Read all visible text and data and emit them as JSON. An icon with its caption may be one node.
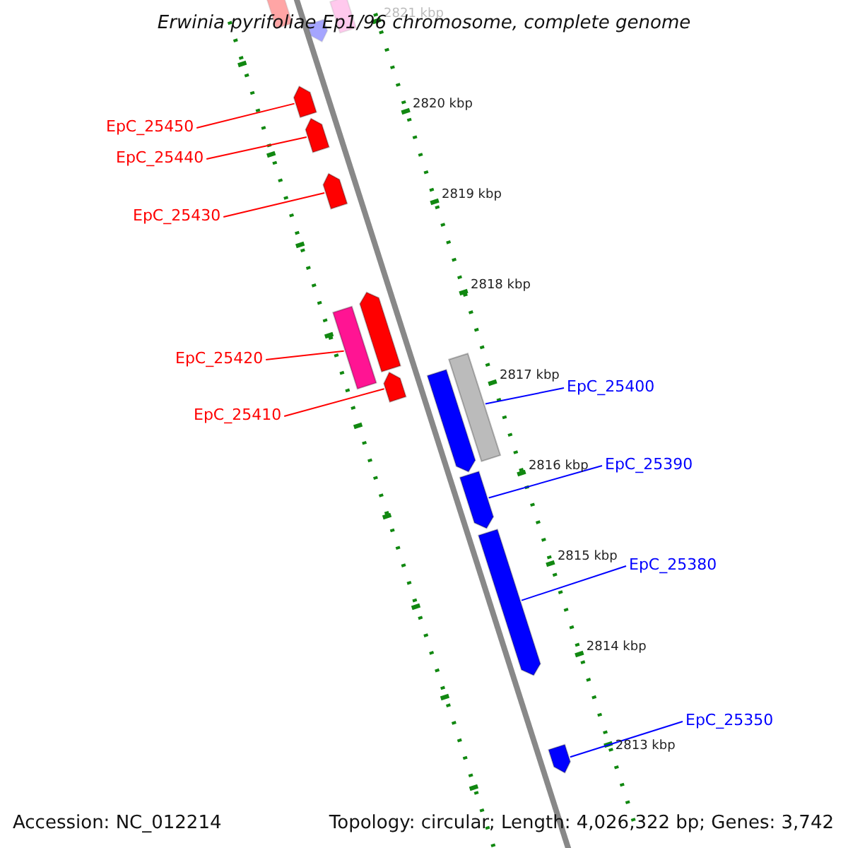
{
  "diagram": {
    "title": "Erwinia pyrifoliae Ep1/96 chromosome, complete genome",
    "nodes": [
      {
        "text": [
          "EpC_25450"
        ]
      },
      {
        "text": [
          "EpC_25440"
        ]
      },
      {
        "text": [
          "EpC_25430"
        ]
      },
      {
        "text": [
          "EpC_25420"
        ]
      },
      {
        "text": [
          "EpC_25410"
        ]
      },
      {
        "text": [
          "EpC_25400"
        ]
      },
      {
        "text": [
          "EpC_25390"
        ]
      },
      {
        "text": [
          "EpC_25380"
        ]
      },
      {
        "text": [
          "EpC_25350"
        ]
      },
      {
        "text": [],
        "shape": "bar"
      },
      {
        "text": [],
        "shape": "bar"
      },
      {
        "text": [],
        "shape": "bar"
      },
      {
        "text": [],
        "shape": "bar"
      },
      {
        "text": [],
        "shape": "bar"
      },
      {
        "text": [],
        "shape": "bar"
      },
      {
        "text": [],
        "shape": "bar"
      },
      {
        "text": [],
        "shape": "bar"
      },
      {
        "text": [],
        "shape": "bar"
      },
      {
        "text": [],
        "shape": "bar"
      },
      {
        "text": [],
        "shape": "bar"
      },
      {
        "text": [],
        "shape": "bar"
      },
      {
        "text": [],
        "shape": "bar"
      },
      {
        "text": [],
        "shape": "bar"
      }
    ],
    "edges": [
      {
        "from": 0,
        "to": 12,
        "arrow": "none"
      },
      {
        "from": 1,
        "to": 13,
        "arrow": "none"
      },
      {
        "from": 2,
        "to": 14,
        "arrow": "none"
      },
      {
        "from": 3,
        "to": 15,
        "arrow": "none"
      },
      {
        "from": 4,
        "to": 17,
        "arrow": "none"
      },
      {
        "from": 5,
        "to": 18,
        "arrow": "none",
        "color": "#0000ff"
      },
      {
        "from": 6,
        "to": 20,
        "arrow": "none",
        "color": "#0000ff"
      },
      {
        "from": 7,
        "to": 21,
        "arrow": "none",
        "color": "#0000ff"
      },
      {
        "from": 8,
        "to": 22,
        "arrow": "none",
        "color": "#0000ff"
      }
    ],
    "labels": [
      "2821 kbp",
      "2820 kbp",
      "2819 kbp",
      "2818 kbp",
      "2817 kbp",
      "2816 kbp",
      "2815 kbp",
      "2814 kbp",
      "2813 kbp",
      "Accession: NC_012214",
      "Topology: circular; Length: 4,026,322 bp; Genes: 3,742"
    ]
  }
}
